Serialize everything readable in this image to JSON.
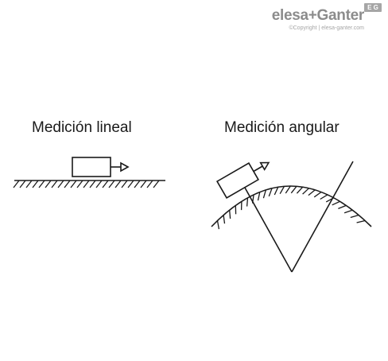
{
  "brand": {
    "logo_text": "elesa+Ganter",
    "badge": "E G",
    "copyright": "©Copyright | elesa-ganter.com"
  },
  "diagrams": {
    "linear_label": "Medición lineal",
    "angular_label": "Medición angular"
  },
  "colors": {
    "line": "#1a1a1a",
    "brand": "#8c8c8c"
  }
}
